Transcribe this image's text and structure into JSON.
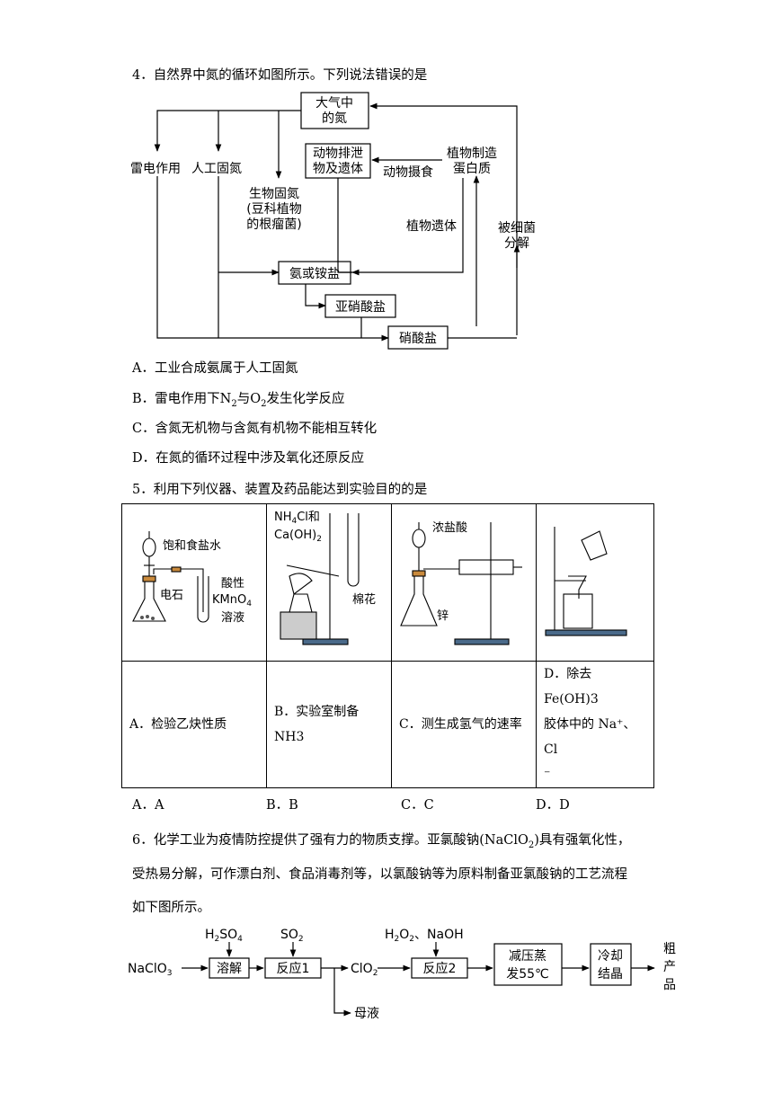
{
  "q4": {
    "stem": "4．自然界中氮的循环如图所示。下列说法错误的是",
    "diagram": {
      "air": [
        "大气中",
        "的氮"
      ],
      "lightning": "雷电作用",
      "artificial": "人工固氮",
      "bio": [
        "生物固氮",
        "(豆科植物",
        "的根瘤菌)"
      ],
      "animal": [
        "动物排泄",
        "物及遗体"
      ],
      "eat": "动物摄食",
      "plant": [
        "植物制造",
        "蛋白质"
      ],
      "plant_remains": "植物遗体",
      "bacteria": [
        "被细菌",
        "分解"
      ],
      "ammonia": "氨或铵盐",
      "nitrite": "亚硝酸盐",
      "nitrate": "硝酸盐"
    },
    "options": {
      "A": "A．工业合成氨属于人工固氮",
      "B_pre": "B．雷电作用下",
      "B_n2": "N",
      "B_n2_sub": "2",
      "B_mid": "与",
      "B_o2": "O",
      "B_o2_sub": "2",
      "B_post": "发生化学反应",
      "C": "C．含氮无机物与含氮有机物不能相互转化",
      "D": "D．在氮的循环过程中涉及氧化还原反应"
    }
  },
  "q5": {
    "stem": "5．利用下列仪器、装置及药品能达到实验目的的是",
    "figA": {
      "brine": "饱和食盐水",
      "carbide": "电石",
      "kmno4": [
        "酸性",
        "KMnO",
        "4",
        "溶液"
      ]
    },
    "figB": {
      "reagent1": "NH",
      "reagent1_sub": "4",
      "reagent1_post": "Cl和",
      "reagent2": "Ca(OH)",
      "reagent2_sub": "2",
      "cotton": "棉花"
    },
    "figC": {
      "acid": "浓盐酸",
      "zinc": "锌"
    },
    "captions": {
      "A": "A．检验乙炔性质",
      "B1": "B．实验室制备",
      "B2": "NH3",
      "C": "C．测生成氢气的速率",
      "D1": "D．除去 Fe(OH)3",
      "D2": "胶体中的 Na⁺、Cl",
      "D3": "⁻"
    },
    "answers": [
      "A．A",
      "B．B",
      "C．C",
      "D．D"
    ]
  },
  "q6": {
    "line1_pre": "6．化学工业为疫情防控提供了强有力的物质支撑。亚氯酸钠(",
    "line1_formula": "NaClO",
    "line1_sub": "2",
    "line1_post": ")具有强氧化性，",
    "line2": "受热易分解，可作漂白剂、食品消毒剂等，以氯酸钠等为原料制备亚氯酸钠的工艺流程",
    "line3": "如下图所示。",
    "flow": {
      "start": "NaClO",
      "start_sub": "3",
      "h2so4": "H",
      "h2so4_a": "2",
      "h2so4_b": "SO",
      "h2so4_c": "4",
      "so2": "SO",
      "so2_sub": "2",
      "dissolve": "溶解",
      "r1": "反应1",
      "clo2": "ClO",
      "clo2_sub": "2",
      "h2o2": "H",
      "h2o2_a": "2",
      "h2o2_b": "O",
      "h2o2_c": "2",
      "naoh": "、NaOH",
      "r2": "反应2",
      "evap1": "减压蒸",
      "evap2": "发55℃",
      "cool1": "冷却",
      "cool2": "结晶",
      "product": [
        "粗",
        "产",
        "品"
      ],
      "mother": "母液"
    }
  }
}
